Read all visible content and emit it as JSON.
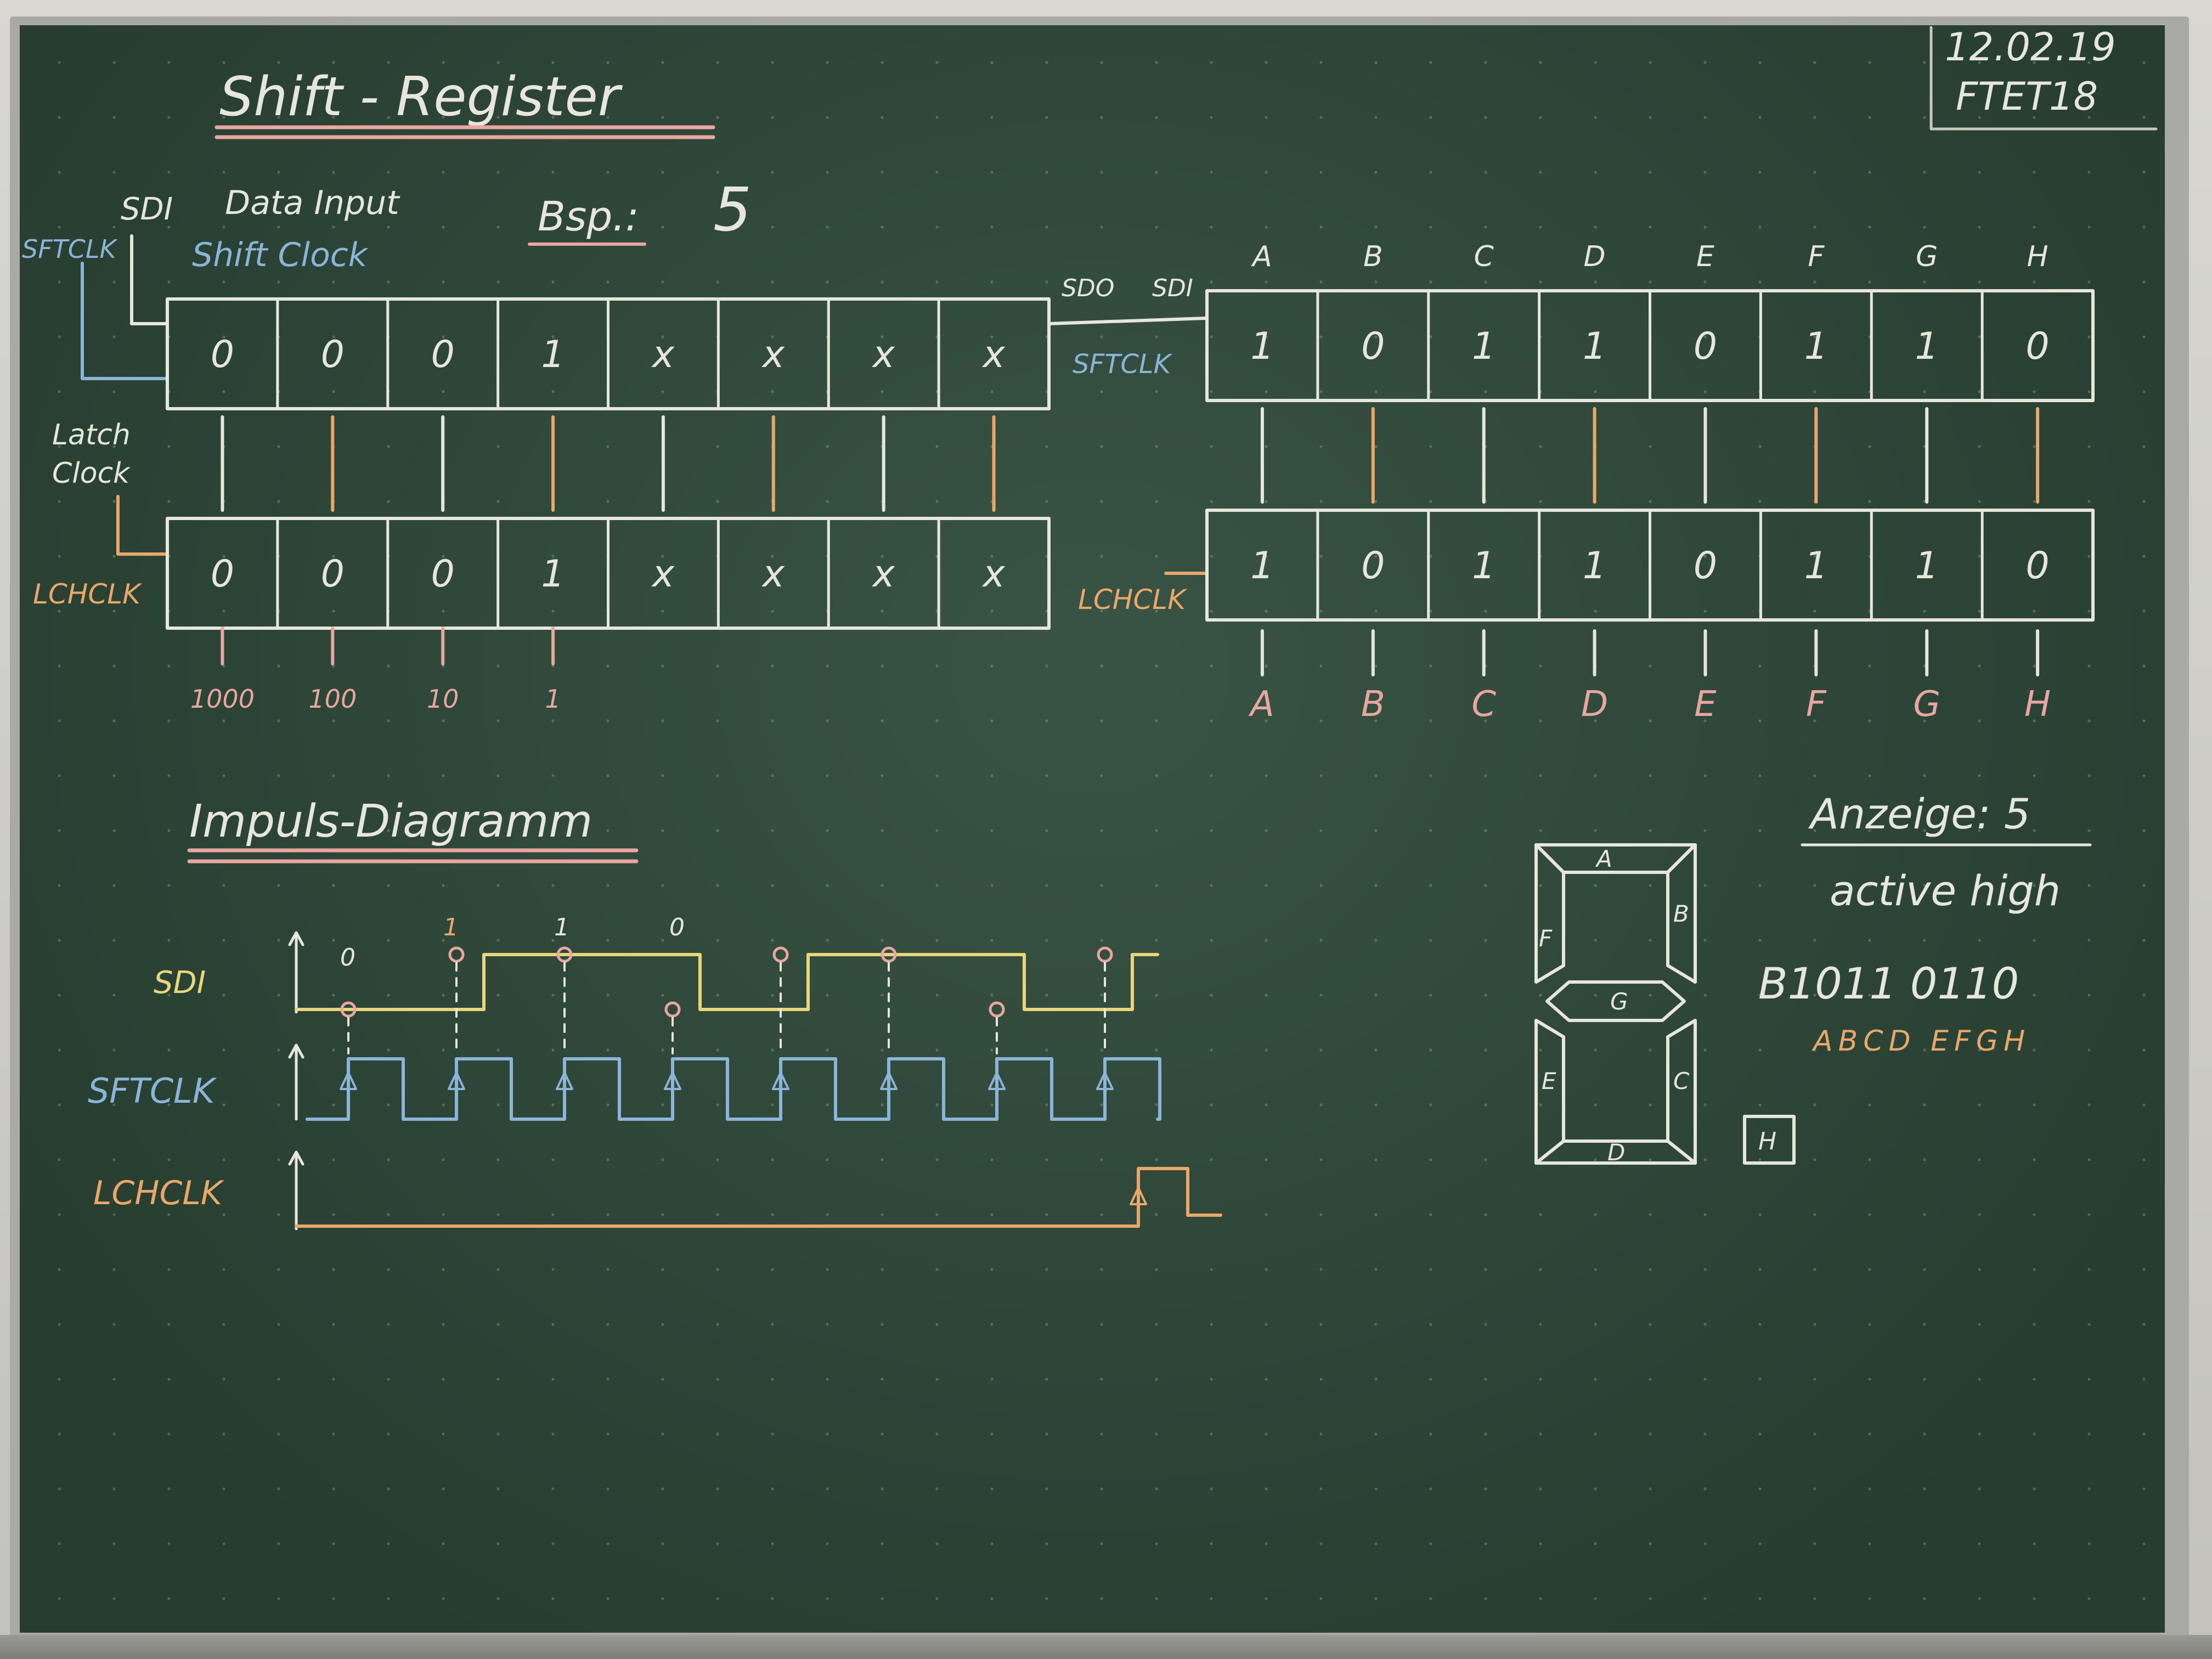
{
  "header": {
    "title": "Shift - Register",
    "date": "12.02.19",
    "class_code": "FTET18"
  },
  "labels": {
    "sdi": "SDI",
    "data_input": "Data Input",
    "sftclk": "SFTCLK",
    "shift_clock": "Shift Clock",
    "example": "Bsp.:",
    "example_value": "5",
    "latch_clock_line1": "Latch",
    "latch_clock_line2": "Clock",
    "lchclk": "LCHCLK",
    "sdo": "SDO",
    "sdi2": "SDI",
    "sftclk2": "SFTCLK",
    "lchclk2": "LCHCLK"
  },
  "register_left": {
    "shift_cells": [
      "0",
      "0",
      "0",
      "1",
      "x",
      "x",
      "x",
      "x"
    ],
    "latch_cells": [
      "0",
      "0",
      "0",
      "1",
      "x",
      "x",
      "x",
      "x"
    ],
    "weights": [
      "1000",
      "100",
      "10",
      "1"
    ]
  },
  "register_right": {
    "column_headers": [
      "A",
      "B",
      "C",
      "D",
      "E",
      "F",
      "G",
      "H"
    ],
    "shift_cells": [
      "1",
      "0",
      "1",
      "1",
      "0",
      "1",
      "1",
      "0"
    ],
    "latch_cells": [
      "1",
      "0",
      "1",
      "1",
      "0",
      "1",
      "1",
      "0"
    ],
    "outputs": [
      "A",
      "B",
      "C",
      "D",
      "E",
      "F",
      "G",
      "H"
    ]
  },
  "timing": {
    "title": "Impuls-Diagramm",
    "signals": [
      "SDI",
      "SFTCLK",
      "LCHCLK"
    ],
    "bit_annotations": [
      "0",
      "1",
      "1",
      "0"
    ],
    "sdi_levels": [
      0,
      1,
      1,
      0,
      1,
      1,
      0,
      1
    ],
    "clock_pulses": 8
  },
  "display": {
    "title": "Anzeige: 5",
    "subtitle": "active high",
    "binary": "B1011 0110",
    "binary_letters": "ABCD EFGH",
    "segments": [
      "A",
      "B",
      "C",
      "D",
      "E",
      "F",
      "G"
    ],
    "dp_label": "H"
  },
  "colors": {
    "board": "#2e4a3a",
    "chalk_white": "#e6e6dc",
    "chalk_orange": "#e9a86a",
    "chalk_pink": "#e7a6a0",
    "chalk_blue": "#8ab4d8",
    "chalk_yellow": "#e8d77a"
  }
}
